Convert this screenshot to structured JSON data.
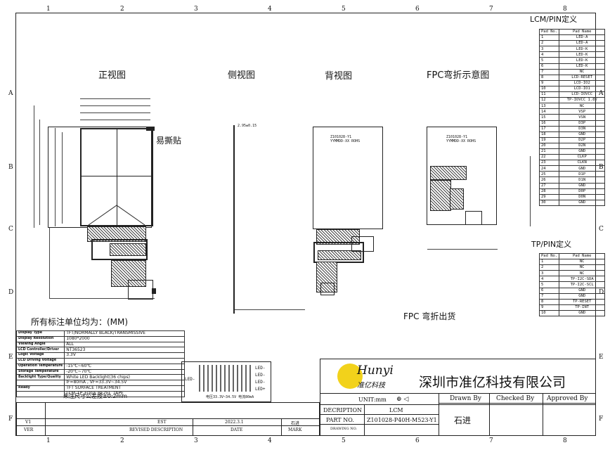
{
  "zones_top": [
    "1",
    "2",
    "3",
    "4",
    "5",
    "6",
    "7",
    "8"
  ],
  "zones_side": [
    "A",
    "B",
    "C",
    "D",
    "E",
    "F"
  ],
  "views": {
    "front": "正视图",
    "side": "侧视图",
    "back": "背视图",
    "fpc_bend": "FPC弯折示意图",
    "easy_tear": "易撕贴",
    "fpc_ship": "FPC 弯折出货",
    "unit_note": "所有标注单位均为：(MM)"
  },
  "lcm_pin": {
    "title": "LCM/PIN定义",
    "headers": [
      "Pad No.",
      "Pad Name"
    ],
    "rows": [
      [
        "1",
        "LED-A"
      ],
      [
        "2",
        "LED-A"
      ],
      [
        "3",
        "LED-K"
      ],
      [
        "4",
        "LED-K"
      ],
      [
        "5",
        "LED-K"
      ],
      [
        "6",
        "LED-K"
      ],
      [
        "7",
        "NC"
      ],
      [
        "8",
        "LCD-RESET"
      ],
      [
        "9",
        "LCD-IO2"
      ],
      [
        "10",
        "LCD-IO1"
      ],
      [
        "11",
        "LCD-IOVCC"
      ],
      [
        "12",
        "TP-IOVCC 1.8V"
      ],
      [
        "13",
        "NC"
      ],
      [
        "14",
        "VSP"
      ],
      [
        "15",
        "VSN"
      ],
      [
        "16",
        "D3P"
      ],
      [
        "17",
        "D3N"
      ],
      [
        "18",
        "GND"
      ],
      [
        "19",
        "D2P"
      ],
      [
        "20",
        "D2N"
      ],
      [
        "21",
        "GND"
      ],
      [
        "22",
        "CLKP"
      ],
      [
        "23",
        "CLKN"
      ],
      [
        "24",
        "GND"
      ],
      [
        "25",
        "D1P"
      ],
      [
        "26",
        "D1N"
      ],
      [
        "27",
        "GND"
      ],
      [
        "28",
        "D0P"
      ],
      [
        "29",
        "D0N"
      ],
      [
        "30",
        "GND"
      ]
    ]
  },
  "tp_pin": {
    "title": "TP/PIN定义",
    "headers": [
      "Pad No.",
      "Pad Name"
    ],
    "rows": [
      [
        "1",
        "NC"
      ],
      [
        "2",
        "NC"
      ],
      [
        "3",
        "NC"
      ],
      [
        "4",
        "TP-I2C-SDA"
      ],
      [
        "5",
        "TP-I2C-SCL"
      ],
      [
        "6",
        "GND"
      ],
      [
        "7",
        "GND"
      ],
      [
        "8",
        "TP-RESET"
      ],
      [
        "9",
        "TP-INT"
      ],
      [
        "10",
        "GND"
      ]
    ]
  },
  "spec": [
    [
      "Display Type",
      "TFT/NORMALLY BLACK/TRANSMISSIVE"
    ],
    [
      "Display Resolution",
      "1080*2000"
    ],
    [
      "Viewing Angle",
      "ALL"
    ],
    [
      "LCD Controller/Driver",
      "NT36523"
    ],
    [
      "Logic Voltage",
      "3.3V"
    ],
    [
      "LCD Driving Voltage",
      ""
    ],
    [
      "Operation Temperature",
      "-15℃~60℃"
    ],
    [
      "Storage Temperature",
      "-20℃~70℃"
    ],
    [
      "Backlight Type/Quality",
      "White LED Backlight(36 chips)"
    ],
    [
      "",
      "IF=80mA , VF=33.3V~34.5V"
    ],
    [
      "Ready",
      "TFT SURFACE TREATMENT"
    ],
    [
      "",
      "LCM_TP_EDGE BEZEL_TAPE"
    ]
  ],
  "tolerance_note": "未注尺寸公差按±0.2mm",
  "led_label": "LED-",
  "led_label_plus": "LED+",
  "led_note": "电压33.3V~34.5V  电流80mA",
  "revision": {
    "row_v1": [
      "V1",
      "",
      "EST",
      "2022.3.1",
      "石进"
    ],
    "headers": [
      "VER",
      "REVISED DESCRIPTION",
      "DATE",
      "MARK"
    ]
  },
  "title_block": {
    "logo": "Hunyi",
    "logo_cn": "准亿科技",
    "company": "深圳市准亿科技有限公司",
    "unit_label": "UNIT:mm",
    "description_label": "DECRIPTION",
    "description_value": "LCM",
    "part_label": "PART NO.",
    "part_value": "Z101028-P40H-M523-Y1",
    "drawing_label": "DRAWING NO.",
    "drawn_by": "Drawn By",
    "checked_by": "Checked By",
    "approved_by": "Approved By",
    "drawn_name": "石进"
  },
  "colors": {
    "line": "#222222",
    "logo_yellow": "#f2d21b"
  }
}
